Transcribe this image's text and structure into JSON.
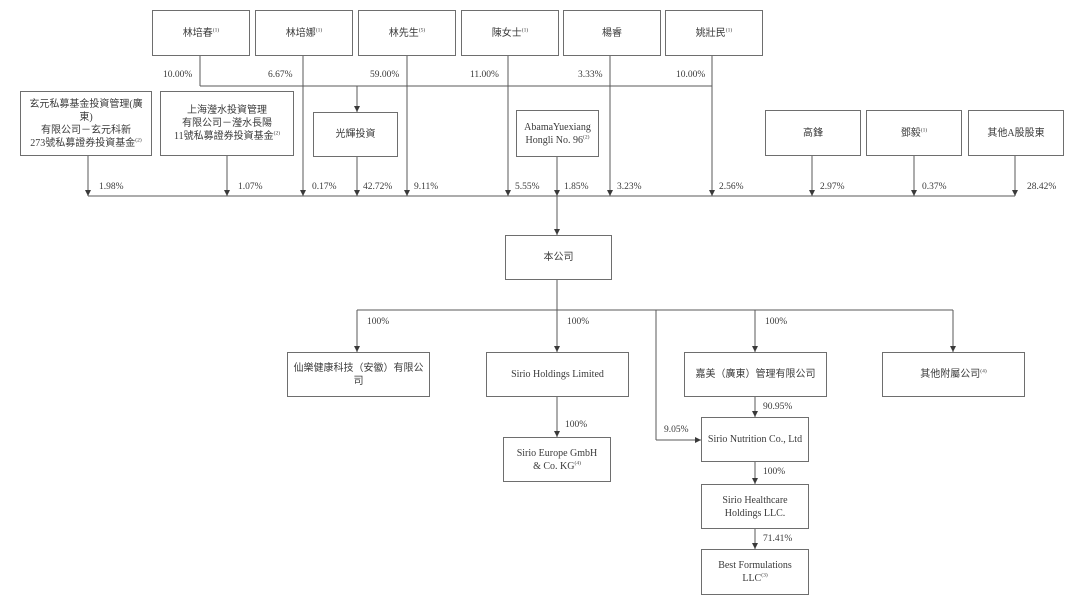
{
  "title": "Shareholding structure chart",
  "top_shareholders": [
    {
      "id": "lin-peichun",
      "name": "林培春",
      "note": "(1)"
    },
    {
      "id": "lin-peina",
      "name": "林培娜",
      "note": "(1)"
    },
    {
      "id": "mr-lin",
      "name": "林先生",
      "note": "(5)"
    },
    {
      "id": "ms-chen",
      "name": "陳女士",
      "note": "(1)"
    },
    {
      "id": "yang-rui",
      "name": "楊睿",
      "note": ""
    },
    {
      "id": "yao-zhuangmin",
      "name": "姚壯民",
      "note": "(1)"
    }
  ],
  "guanghui_stakes": [
    {
      "from": "lin-peichun",
      "pct": "10.00%"
    },
    {
      "from": "lin-peina",
      "pct": "6.67%"
    },
    {
      "from": "mr-lin",
      "pct": "59.00%"
    },
    {
      "from": "ms-chen",
      "pct": "11.00%"
    },
    {
      "from": "yang-rui",
      "pct": "3.33%"
    },
    {
      "from": "yao-zhuangmin",
      "pct": "10.00%"
    }
  ],
  "mid_holders": [
    {
      "id": "xuanyuan-fund",
      "lines": [
        "玄元私募基金投資管理(廣東)",
        "有限公司－玄元科新",
        "273號私募證券投資基金"
      ],
      "note": "(2)"
    },
    {
      "id": "yingshui-fund",
      "lines": [
        "上海瀅水投資管理",
        "有限公司－瀅水長陽",
        "11號私募證券投資基金"
      ],
      "note": "(2)"
    },
    {
      "id": "guanghui",
      "lines": [
        "光輝投資"
      ],
      "note": ""
    },
    {
      "id": "abama",
      "lines": [
        "AbamaYuexiang",
        "Hongli No. 96"
      ],
      "note": "(2)"
    },
    {
      "id": "gao-feng",
      "lines": [
        "高鋒"
      ],
      "note": ""
    },
    {
      "id": "deng-yi",
      "lines": [
        "鄧毅"
      ],
      "note": "(1)"
    },
    {
      "id": "other-a",
      "lines": [
        "其他A股股東"
      ],
      "note": ""
    }
  ],
  "company_stakes": [
    {
      "from": "xuanyuan-fund",
      "pct": "1.98%"
    },
    {
      "from": "yingshui-fund",
      "pct": "1.07%"
    },
    {
      "from": "lin-peina",
      "pct": "0.17%"
    },
    {
      "from": "guanghui",
      "pct": "42.72%"
    },
    {
      "from": "mr-lin",
      "pct": "9.11%"
    },
    {
      "from": "ms-chen",
      "pct": "5.55%"
    },
    {
      "from": "abama",
      "pct": "1.85%"
    },
    {
      "from": "yang-rui",
      "pct": "3.23%"
    },
    {
      "from": "yao-zhuangmin",
      "pct": "2.56%"
    },
    {
      "from": "gao-feng",
      "pct": "2.97%"
    },
    {
      "from": "deng-yi",
      "pct": "0.37%"
    },
    {
      "from": "other-a",
      "pct": "28.42%"
    }
  ],
  "company": {
    "name": "本公司"
  },
  "subsidiaries": [
    {
      "id": "xianle",
      "lines": [
        "仙樂健康科技（安徽）有限公司"
      ],
      "note": "",
      "pct": "100%"
    },
    {
      "id": "sirio-holdings",
      "lines": [
        "Sirio Holdings Limited"
      ],
      "note": "",
      "pct": "100%"
    },
    {
      "id": "jiamei",
      "lines": [
        "嘉美（廣東）管理有限公司"
      ],
      "note": "",
      "pct": "100%"
    },
    {
      "id": "other-subs",
      "lines": [
        "其他附屬公司"
      ],
      "note": "(4)",
      "pct": ""
    }
  ],
  "lower_entities": [
    {
      "id": "sirio-europe",
      "lines": [
        "Sirio Europe GmbH",
        "& Co. KG"
      ],
      "note": "(4)",
      "parent": "sirio-holdings",
      "pct": "100%"
    },
    {
      "id": "sirio-nutrition",
      "lines": [
        "Sirio Nutrition Co., Ltd"
      ],
      "note": "",
      "parent": "jiamei",
      "pct": "90.95%",
      "direct_pct": "9.05%"
    },
    {
      "id": "sirio-healthcare",
      "lines": [
        "Sirio Healthcare",
        "Holdings LLC."
      ],
      "note": "",
      "parent": "sirio-nutrition",
      "pct": "100%"
    },
    {
      "id": "best-formulations",
      "lines": [
        "Best Formulations",
        "LLC"
      ],
      "note": "(3)",
      "parent": "sirio-healthcare",
      "pct": "71.41%"
    }
  ]
}
